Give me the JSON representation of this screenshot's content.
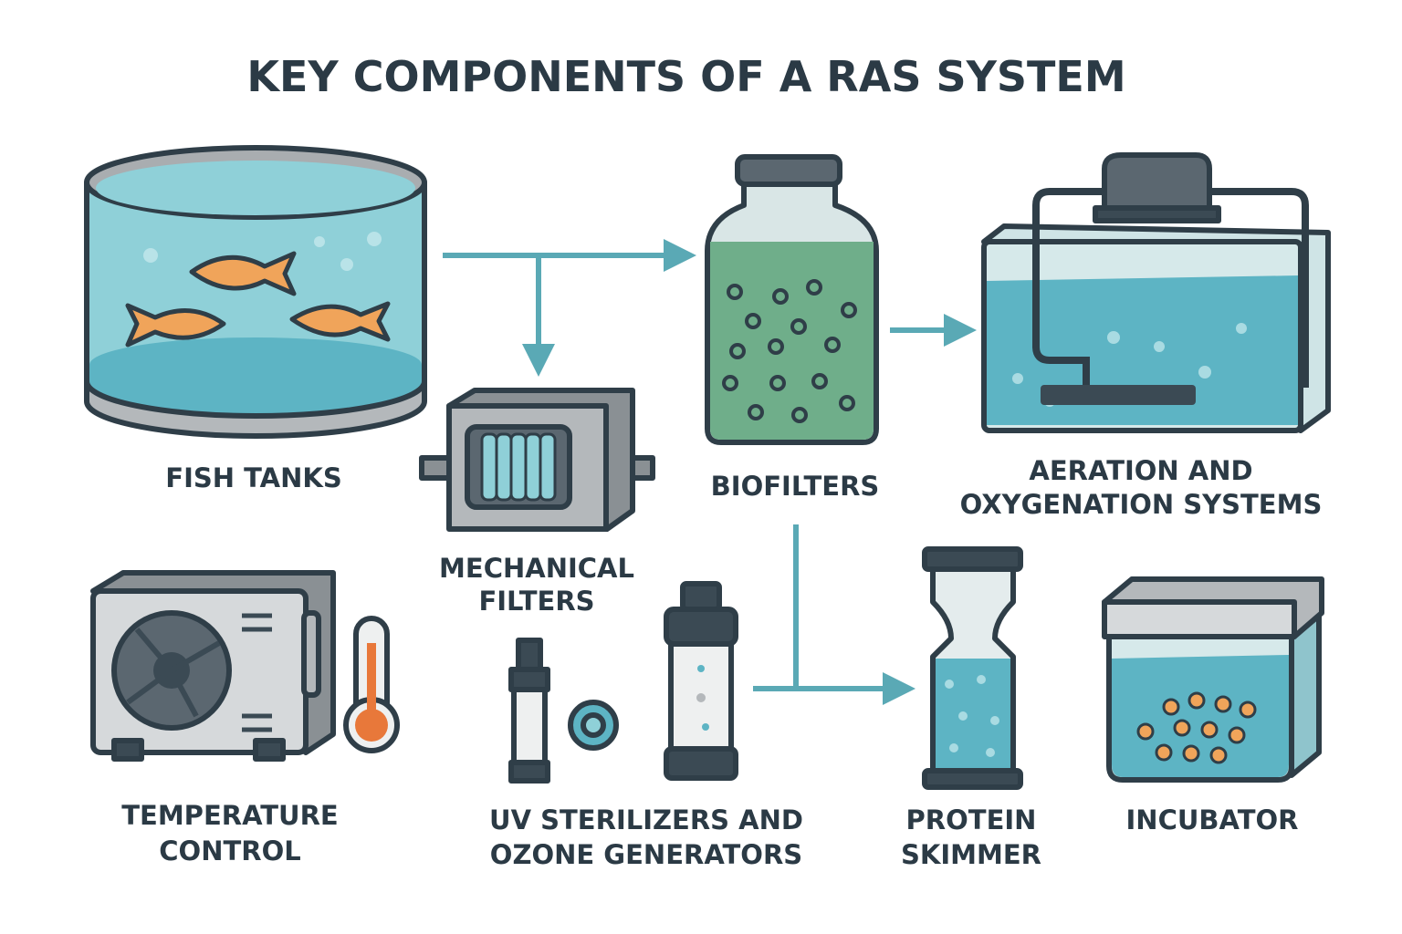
{
  "title": "KEY COMPONENTS OF A RAS SYSTEM",
  "components": {
    "fish_tanks": [
      "FISH TANKS"
    ],
    "mechanical_filters": [
      "MECHANICAL",
      "FILTERS"
    ],
    "biofilters": [
      "BIOFILTERS"
    ],
    "aeration": [
      "AERATION AND",
      "OXYGENATION SYSTEMS"
    ],
    "temperature": [
      "TEMPERATURE",
      "CONTROL"
    ],
    "uv": [
      "UV STERILIZERS AND",
      "OZONE GENERATORS"
    ],
    "protein_skimmer": [
      "PROTEIN",
      "SKIMMER"
    ],
    "incubator": [
      "INCUBATOR"
    ]
  },
  "colors": {
    "outline": "#2f3e48",
    "water": "#8fd0d8",
    "deep_water": "#5db4c4",
    "arrow": "#5aa9b5",
    "fish": "#f0a45a",
    "bio": "#6fae8a",
    "gray": "#b4b8bb"
  }
}
